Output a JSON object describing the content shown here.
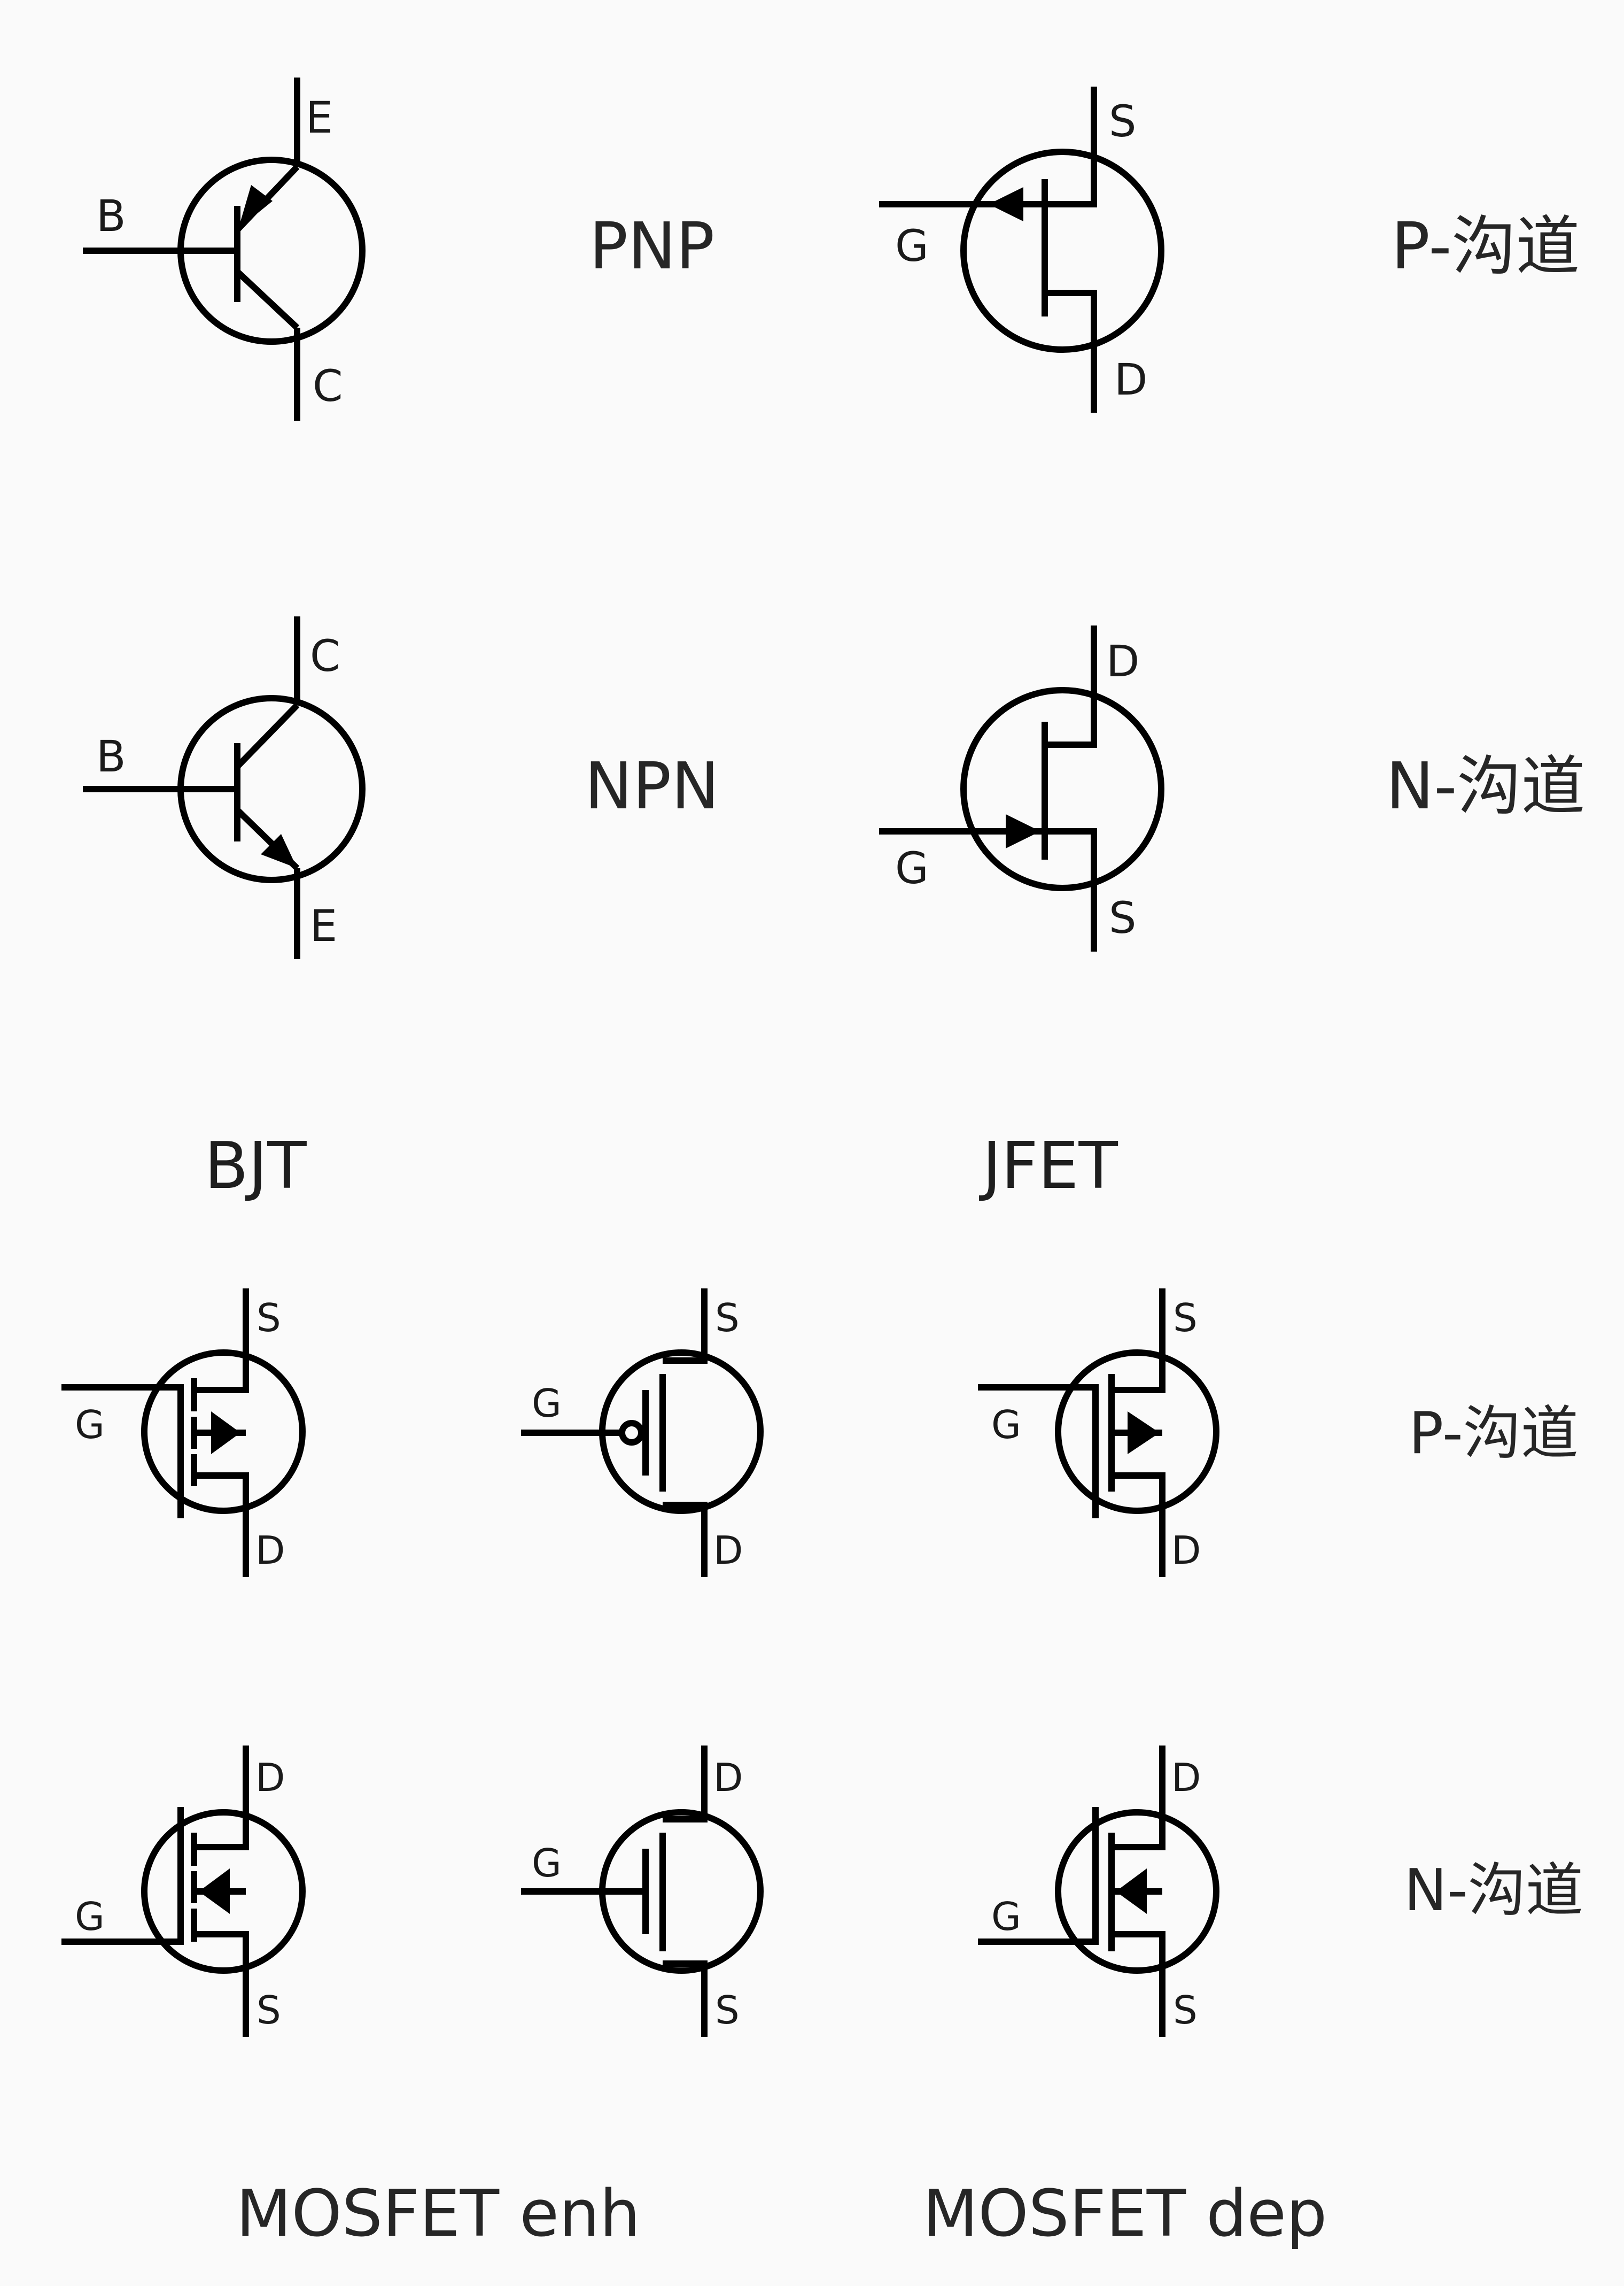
{
  "labels": {
    "pnp": "PNP",
    "npn": "NPN",
    "jfet_p": "P-沟道",
    "jfet_n": "N-沟道",
    "bjt": "BJT",
    "jfet": "JFET",
    "mos_p": "P-沟道",
    "mos_n": "N-沟道",
    "mos_enh": "MOSFET enh",
    "mos_dep": "MOSFET dep"
  },
  "pins": {
    "e": "E",
    "b": "B",
    "c": "C",
    "g": "G",
    "s": "S",
    "d": "D"
  }
}
